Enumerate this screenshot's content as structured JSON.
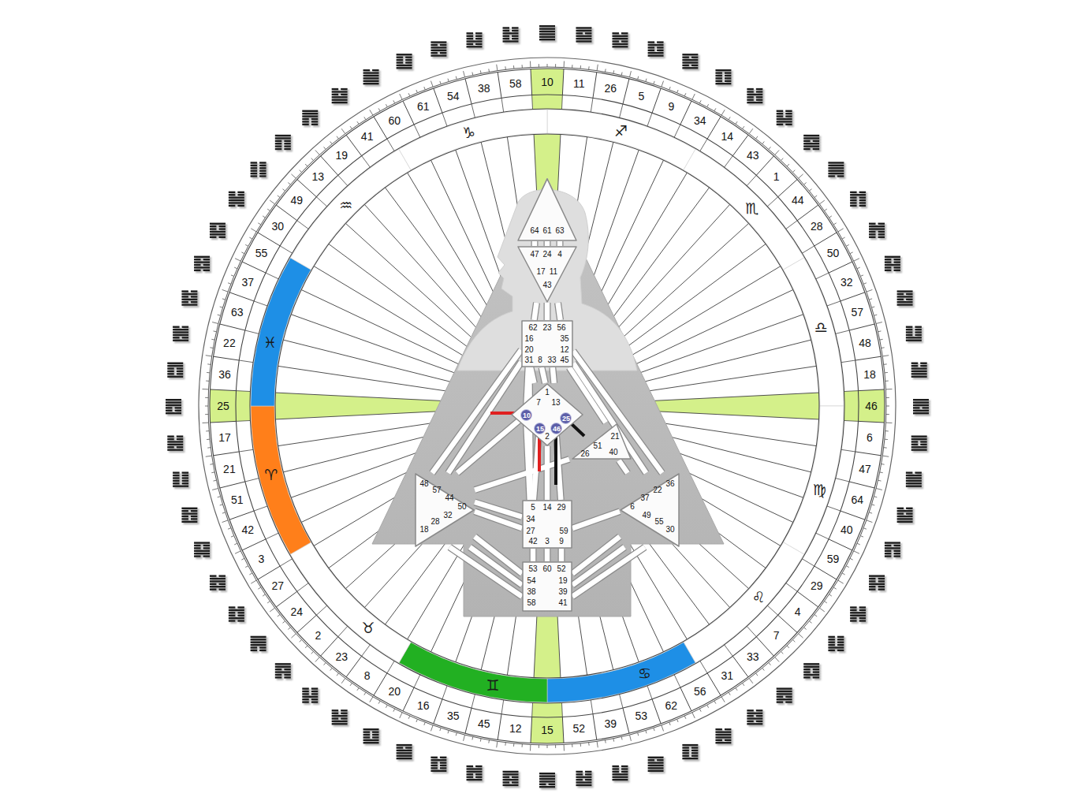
{
  "diagram": {
    "nodes": [
      {
        "text": [
          "64",
          "61",
          "63"
        ]
      },
      {
        "text": [
          "47",
          "24",
          "4",
          "17",
          "11",
          "43"
        ]
      },
      {
        "text": [
          "62",
          "23",
          "56",
          "16",
          "35",
          "20",
          "12",
          "31",
          "8",
          "33",
          "45"
        ]
      },
      {
        "text": [
          "1",
          "7",
          "13",
          "2"
        ]
      },
      {
        "text": [
          "10"
        ],
        "in": 3
      },
      {
        "text": [
          "25"
        ],
        "in": 3
      },
      {
        "text": [
          "15"
        ],
        "in": 3
      },
      {
        "text": [
          "46"
        ],
        "in": 3
      },
      {
        "text": [
          "21",
          "51",
          "26",
          "40"
        ]
      },
      {
        "text": [
          "48",
          "57",
          "44",
          "50",
          "32",
          "28",
          "18"
        ]
      },
      {
        "text": [
          "5",
          "14",
          "29",
          "34",
          "27",
          "59",
          "42",
          "3",
          "9"
        ]
      },
      {
        "text": [
          "36",
          "22",
          "37",
          "6",
          "49",
          "55",
          "30"
        ]
      },
      {
        "text": [
          "53",
          "60",
          "52",
          "54",
          "19",
          "38",
          "39",
          "58",
          "41"
        ]
      }
    ],
    "edges": [
      {
        "from": 0,
        "to": 1,
        "arrow": "none"
      },
      {
        "from": 0,
        "to": 1,
        "arrow": "none"
      },
      {
        "from": 0,
        "to": 1,
        "arrow": "none"
      },
      {
        "from": 1,
        "to": 2,
        "arrow": "none"
      },
      {
        "from": 1,
        "to": 2,
        "arrow": "none"
      },
      {
        "from": 1,
        "to": 2,
        "arrow": "none"
      },
      {
        "from": 2,
        "to": 3,
        "arrow": "none"
      },
      {
        "from": 2,
        "to": 3,
        "arrow": "none"
      },
      {
        "from": 2,
        "to": 3,
        "arrow": "none"
      },
      {
        "from": 2,
        "to": 4,
        "arrow": "none"
      },
      {
        "from": 2,
        "to": 9,
        "arrow": "none"
      },
      {
        "from": 2,
        "to": 9,
        "arrow": "none"
      },
      {
        "from": 2,
        "to": 10,
        "arrow": "none"
      },
      {
        "from": 2,
        "to": 8,
        "arrow": "none"
      },
      {
        "from": 2,
        "to": 11,
        "arrow": "none"
      },
      {
        "from": 2,
        "to": 11,
        "arrow": "none"
      },
      {
        "from": 5,
        "to": 8,
        "arrow": "none"
      },
      {
        "from": 6,
        "to": 10,
        "arrow": "none"
      },
      {
        "from": 3,
        "to": 10,
        "arrow": "none"
      },
      {
        "from": 7,
        "to": 10,
        "arrow": "none"
      },
      {
        "from": 4,
        "to": 9,
        "arrow": "none"
      },
      {
        "from": 4,
        "to": 10,
        "arrow": "none"
      },
      {
        "from": 9,
        "to": 10,
        "arrow": "none"
      },
      {
        "from": 9,
        "to": 10,
        "arrow": "none"
      },
      {
        "from": 9,
        "to": 8,
        "arrow": "none"
      },
      {
        "from": 9,
        "to": 12,
        "arrow": "none"
      },
      {
        "from": 9,
        "to": 12,
        "arrow": "none"
      },
      {
        "from": 9,
        "to": 12,
        "arrow": "none"
      },
      {
        "from": 10,
        "to": 12,
        "arrow": "none"
      },
      {
        "from": 10,
        "to": 12,
        "arrow": "none"
      },
      {
        "from": 10,
        "to": 12,
        "arrow": "none"
      },
      {
        "from": 10,
        "to": 11,
        "arrow": "none"
      },
      {
        "from": 8,
        "to": 11,
        "arrow": "none"
      },
      {
        "from": 11,
        "to": 12,
        "arrow": "none"
      },
      {
        "from": 11,
        "to": 12,
        "arrow": "none"
      },
      {
        "from": 11,
        "to": 12,
        "arrow": "none"
      }
    ],
    "labels": [
      "10",
      "11",
      "26",
      "5",
      "9",
      "34",
      "14",
      "43",
      "1",
      "44",
      "28",
      "50",
      "32",
      "57",
      "48",
      "18",
      "46",
      "6",
      "47",
      "64",
      "40",
      "59",
      "29",
      "4",
      "7",
      "33",
      "31",
      "56",
      "62",
      "53",
      "39",
      "52",
      "15",
      "12",
      "45",
      "35",
      "16",
      "20",
      "8",
      "23",
      "2",
      "24",
      "27",
      "3",
      "42",
      "51",
      "21",
      "17",
      "25",
      "36",
      "22",
      "63",
      "37",
      "55",
      "30",
      "49",
      "13",
      "19",
      "41",
      "60",
      "61",
      "54",
      "38",
      "58",
      "♐",
      "♏",
      "♎",
      "♍",
      "♌",
      "♋",
      "♊",
      "♉",
      "♈",
      "♓",
      "♒",
      "♑"
    ]
  }
}
